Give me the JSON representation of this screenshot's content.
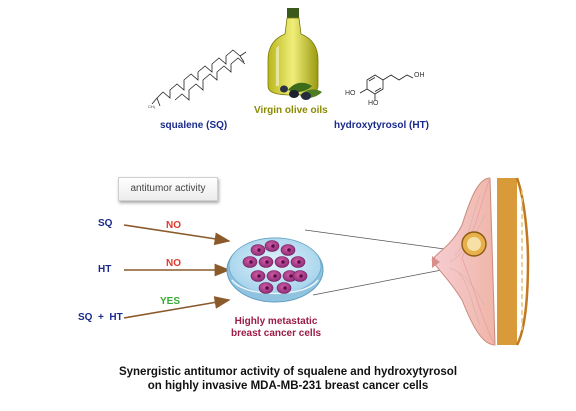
{
  "top": {
    "squalene_label": "squalene (SQ)",
    "oil_label": "Virgin olive oils",
    "hydroxytyrosol_label": "hydroxytyrosol (HT)",
    "ht_groups": {
      "oh_top": "OH",
      "ho_left": "HO",
      "ho_bottom": "HO"
    }
  },
  "badge": {
    "label": "antitumor activity"
  },
  "rows": [
    {
      "compound": "SQ",
      "result": "NO"
    },
    {
      "compound": "HT",
      "result": "NO"
    },
    {
      "compound": "SQ  +  HT",
      "result": "YES"
    }
  ],
  "dish": {
    "label_line1": "Highly metastatic",
    "label_line2": "breast cancer cells"
  },
  "caption": {
    "line1": "Synergistic antitumor activity of squalene and hydroxytyrosol",
    "line2": "on highly invasive MDA-MB-231 breast cancer cells"
  },
  "colors": {
    "navy": "#1a2b8c",
    "no": "#e0392b",
    "yes": "#3aaa35",
    "maroon": "#9b1c45",
    "arrow": "#8b5a2b"
  }
}
